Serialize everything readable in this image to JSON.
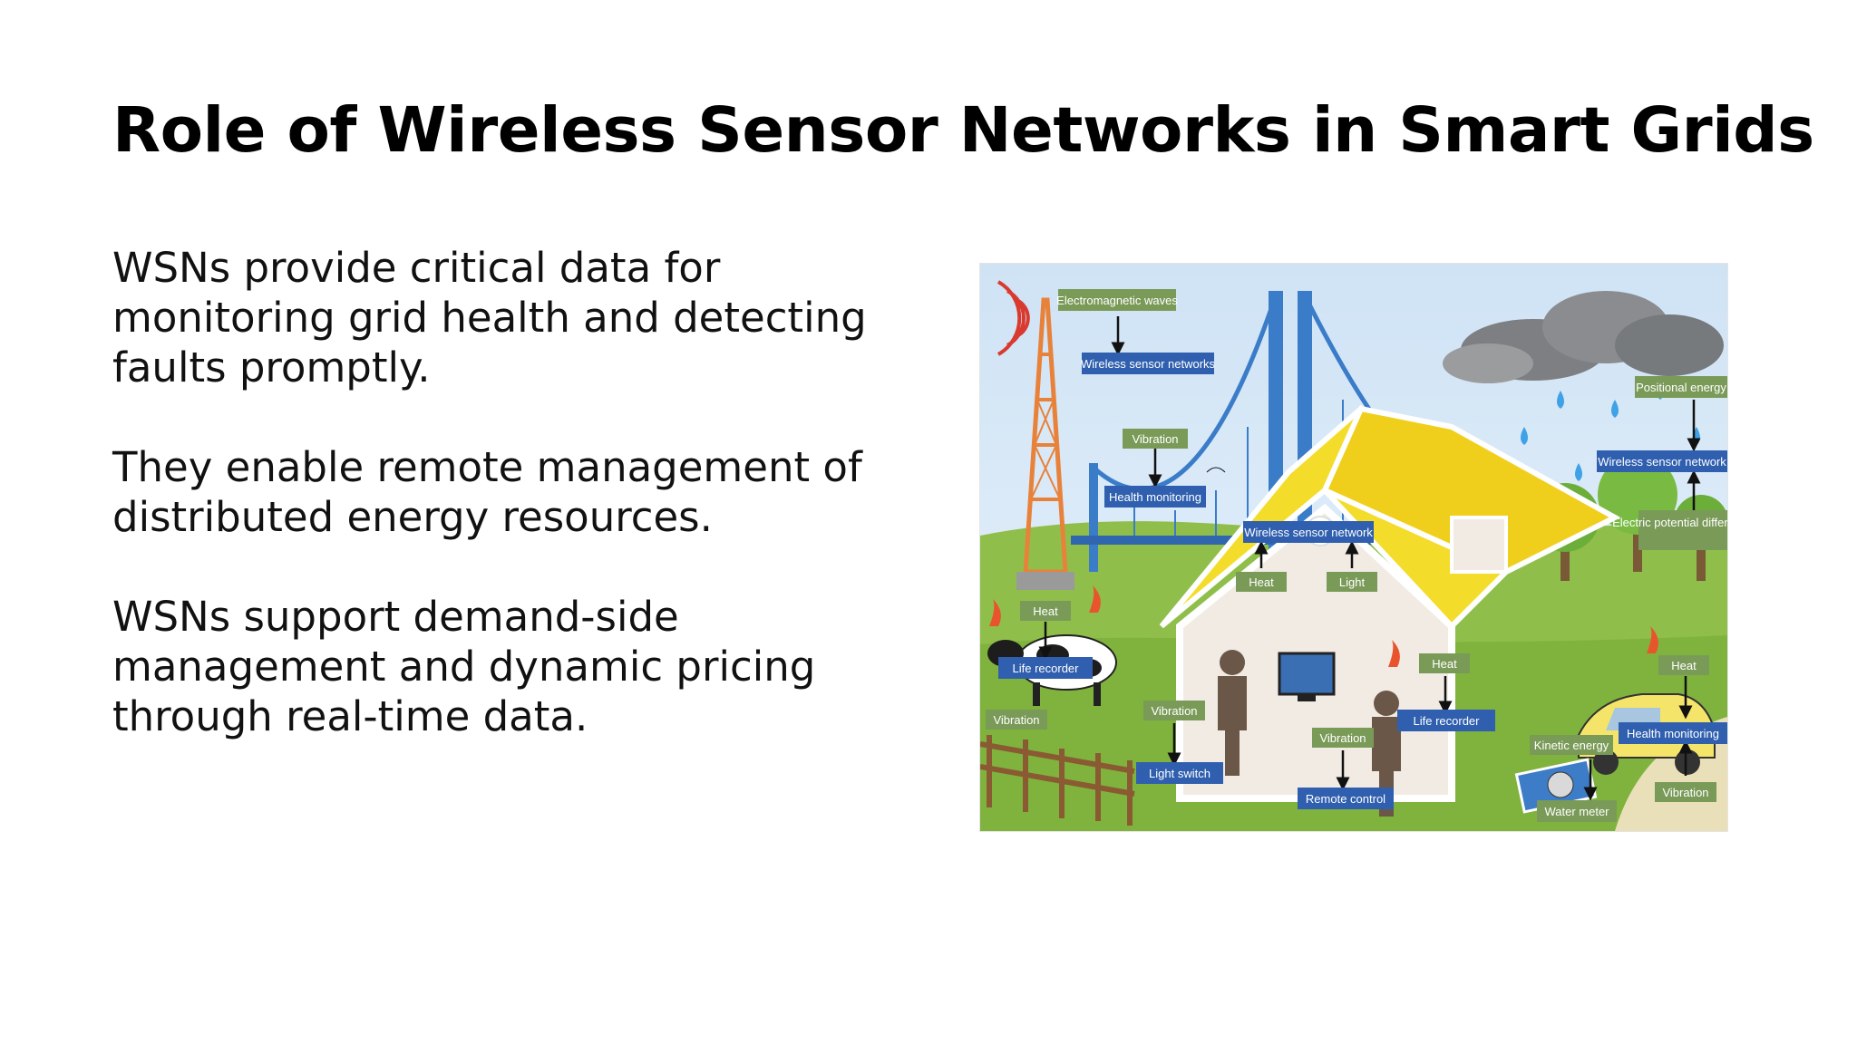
{
  "slide": {
    "title": "Role of Wireless Sensor Networks in Smart Grids",
    "paragraphs": [
      "WSNs provide critical data for monitoring grid health and detecting faults promptly.",
      "They enable remote management of distributed energy resources.",
      "WSNs support demand-side management and dynamic pricing through real-time data."
    ]
  },
  "illustration": {
    "labels": {
      "electromagnetic_waves": "Electromagnetic waves",
      "wsn_tower": "Wireless sensor networks",
      "vibration_bridge": "Vibration",
      "health_monitoring_bridge": "Health monitoring",
      "positional_energy": "Positional energy",
      "wsn_trees": "Wireless sensor network",
      "electric_potential": "Electric potential difference",
      "wsn_house": "Wireless sensor network",
      "heat_house": "Heat",
      "light_house": "Light",
      "heat_cow": "Heat",
      "life_recorder_cow": "Life recorder",
      "vibration_cow": "Vibration",
      "vibration_switch": "Vibration",
      "light_switch": "Light switch",
      "heat_room": "Heat",
      "life_recorder_room": "Life recorder",
      "vibration_remote": "Vibration",
      "remote_control": "Remote control",
      "kinetic_energy": "Kinetic energy",
      "water_meter": "Water meter",
      "heat_car": "Heat",
      "health_monitoring_car": "Health monitoring",
      "vibration_car": "Vibration"
    },
    "colors": {
      "green_label": "#7a9a58",
      "blue_label": "#2f5fae",
      "roof_yellow": "#f4dc2a",
      "bridge_blue": "#3b7cc9",
      "tower_orange": "#e8823a",
      "grass": "#8fbf4a"
    }
  }
}
